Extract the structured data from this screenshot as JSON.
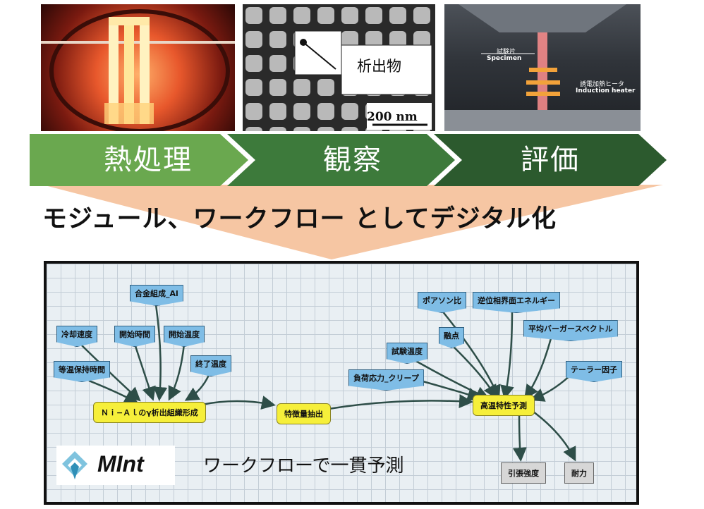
{
  "photos": {
    "precipitate_label": "析出物",
    "scale_bar": "200 nm",
    "specimen_ja": "試験片",
    "specimen_en": "Specimen",
    "heater_ja": "誘電加熱ヒータ",
    "heater_en": "Induction heater"
  },
  "stages": [
    "熱処理",
    "観察",
    "評価"
  ],
  "headline": "モジュール、ワークフロー としてデジタル化",
  "workflow": {
    "inputs": {
      "alloy": "合金組成_Al",
      "cooling": "冷却速度",
      "start_time": "開始時間",
      "start_temp": "開始温度",
      "end_temp": "終了温度",
      "iso_time": "等温保持時間",
      "poisson": "ポアソン比",
      "apb": "逆位相界面エネルギー",
      "test_temp": "試験温度",
      "melting": "融点",
      "burgers": "平均バーガースベクトル",
      "load": "負荷応力_クリープ",
      "taylor": "テーラー因子"
    },
    "processes": {
      "formation": "Ｎｉ−Ａｌのγ析出組織形成",
      "extract": "特徴量抽出",
      "predict": "高温特性予測"
    },
    "outputs": {
      "tensile": "引張強度",
      "durability": "耐力"
    }
  },
  "logo_text": "MInt",
  "caption": "ワークフローで一貫予測",
  "colors": {
    "stage1": "#6aa84f",
    "stage2": "#3d7a3b",
    "stage3": "#2c5a2e",
    "funnel": "#f6c6a3",
    "node_input": "#7fbde6",
    "node_process": "#f6ef3a",
    "node_output": "#d7d7d7",
    "arrow": "#2e4e48"
  }
}
